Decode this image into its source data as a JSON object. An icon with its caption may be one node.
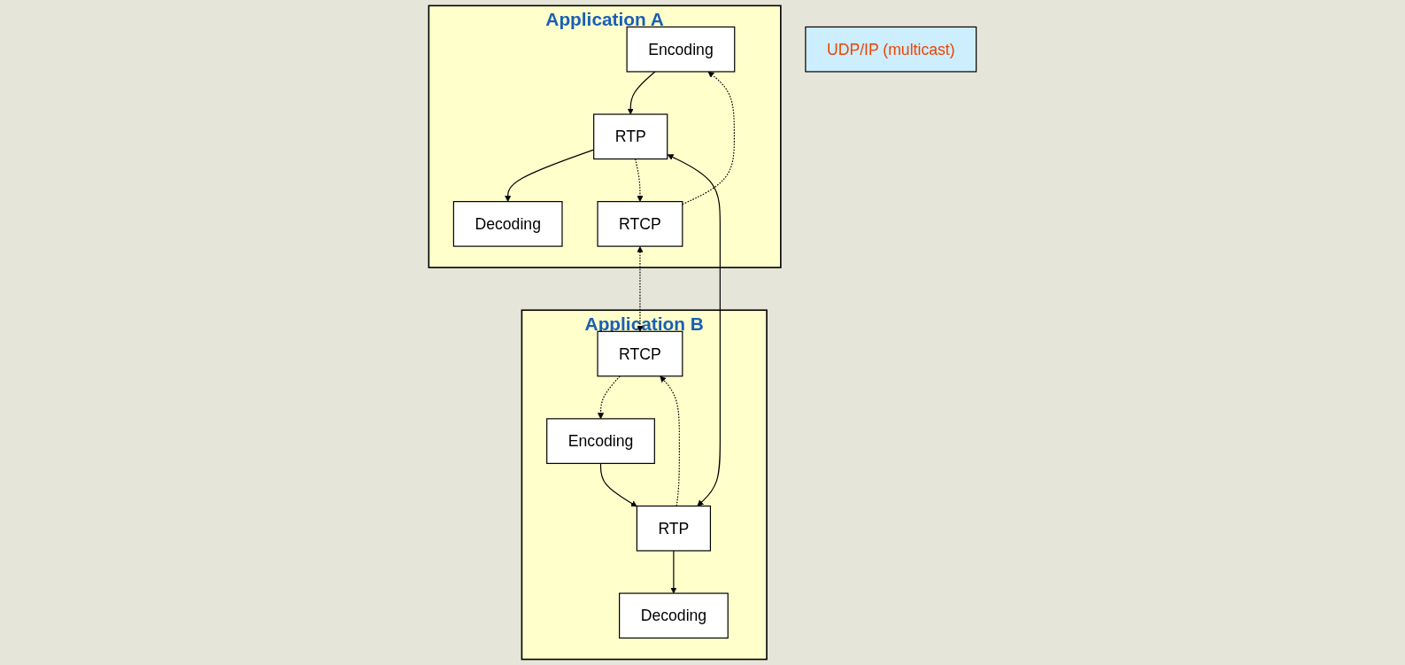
{
  "diagram": {
    "nodes": [
      {
        "text": [
          "Application A"
        ]
      },
      {
        "text": [
          "Decoding"
        ],
        "in": 0
      },
      {
        "text": [
          "Encoding"
        ],
        "in": 0
      },
      {
        "text": [
          "RTP"
        ],
        "in": 0
      },
      {
        "text": [
          "RTCP"
        ],
        "in": 0
      },
      {
        "text": [
          "Application B"
        ]
      },
      {
        "text": [
          "Encoding"
        ],
        "in": 5
      },
      {
        "text": [
          "Decoding"
        ],
        "in": 5
      },
      {
        "text": [
          "RTCP"
        ],
        "in": 5
      },
      {
        "text": [
          "RTP"
        ],
        "in": 5
      },
      {
        "text": [
          "UDP/IP (multicast)"
        ]
      }
    ],
    "edges": [
      {
        "from": 3,
        "to": 1,
        "arrow": "to"
      },
      {
        "from": 2,
        "to": 3,
        "arrow": "to"
      },
      {
        "from": 3,
        "to": 4,
        "arrow": "to",
        "style": "dashed"
      },
      {
        "from": 4,
        "to": 2,
        "arrow": "to",
        "style": "dashed"
      },
      {
        "from": 6,
        "to": 9,
        "arrow": "to"
      },
      {
        "from": 9,
        "to": 8,
        "arrow": "to",
        "style": "dashed"
      },
      {
        "from": 8,
        "to": 6,
        "arrow": "to",
        "style": "dashed"
      },
      {
        "from": 9,
        "to": 7,
        "arrow": "to"
      },
      {
        "from": 3,
        "to": 9,
        "arrow": "both"
      },
      {
        "from": 4,
        "to": 8,
        "arrow": "both",
        "style": "dashed"
      }
    ]
  }
}
